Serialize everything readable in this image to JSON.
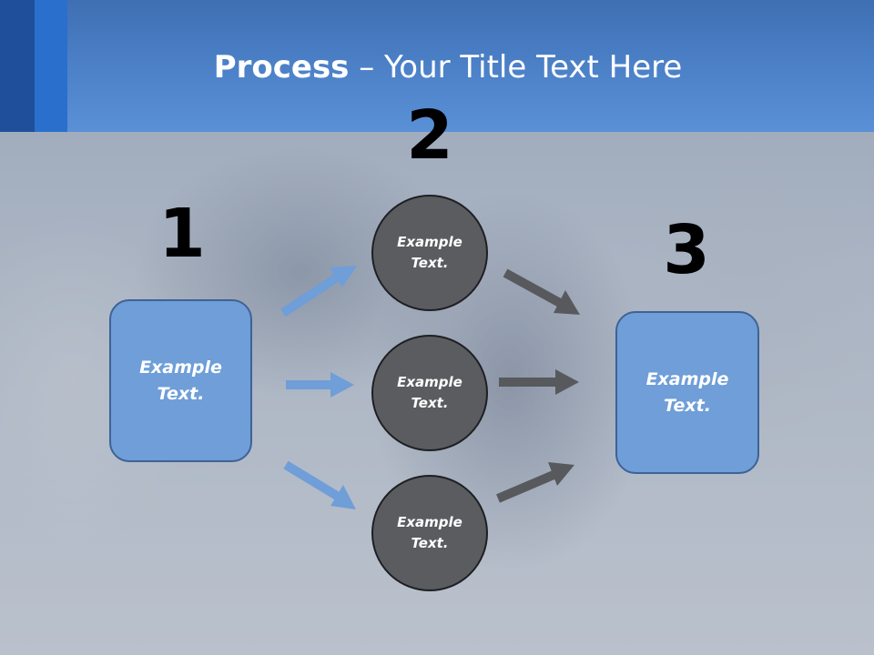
{
  "title": {
    "bold": "Process",
    "rest": " – Your Title Text Here"
  },
  "steps": [
    {
      "number": "1",
      "text": "Example Text."
    },
    {
      "number": "2",
      "items": [
        "Example Text.",
        "Example Text.",
        "Example Text."
      ]
    },
    {
      "number": "3",
      "text": "Example Text."
    }
  ],
  "colors": {
    "header": "#4d82c9",
    "box_fill": "#6f9ed8",
    "circle_fill": "#5a5c60",
    "arrow_blue": "#6f9ed8",
    "arrow_gray": "#58595c"
  }
}
